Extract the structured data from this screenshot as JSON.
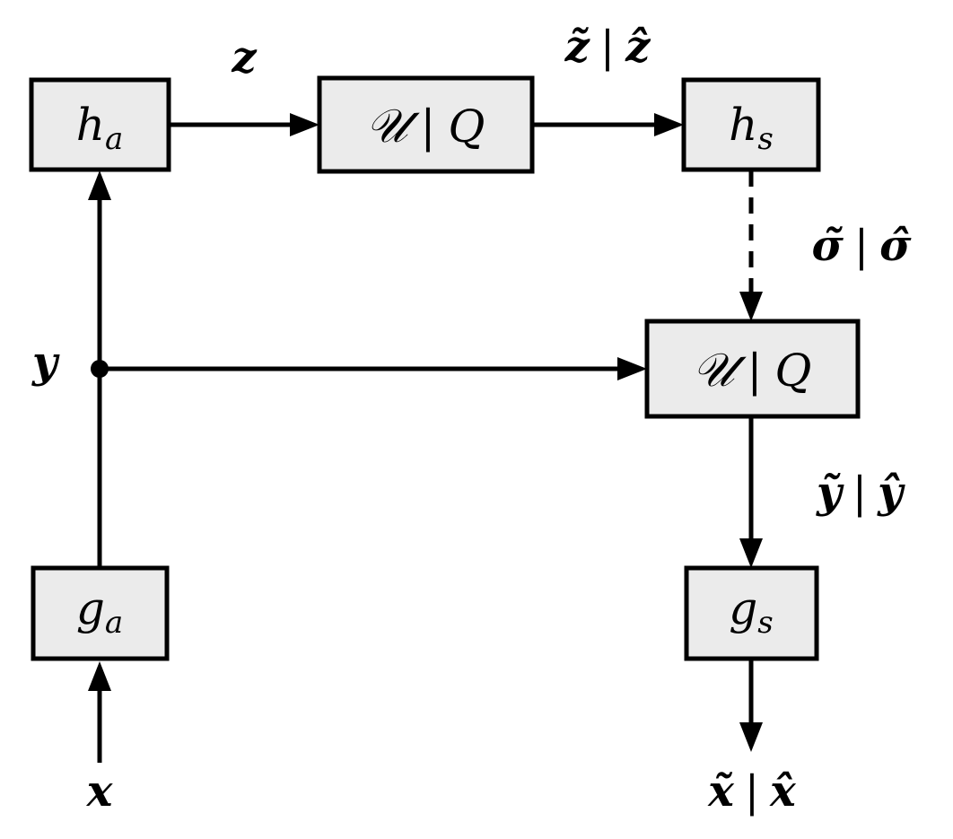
{
  "boxes": {
    "ha": {
      "symbol": "h",
      "subscript": "a"
    },
    "q1": {
      "symbol_left": "𝒰",
      "separator": "|",
      "symbol_right": "Q"
    },
    "hs": {
      "symbol": "h",
      "subscript": "s"
    },
    "q2": {
      "symbol_left": "𝒰",
      "separator": "|",
      "symbol_right": "Q"
    },
    "ga": {
      "symbol": "g",
      "subscript": "a"
    },
    "gs": {
      "symbol": "g",
      "subscript": "s"
    }
  },
  "variables": {
    "z": "z",
    "z_noisy": "z̃",
    "z_quant": "ẑ",
    "sigma_noisy": "σ̃",
    "sigma_quant": "σ̂",
    "y": "y",
    "y_noisy": "ỹ",
    "y_quant": "ŷ",
    "x": "x",
    "x_noisy": "x̃",
    "x_quant": "x̂",
    "separator": "|"
  },
  "colors": {
    "box_fill": "#ebebeb",
    "stroke": "#000000",
    "background": "#ffffff"
  }
}
